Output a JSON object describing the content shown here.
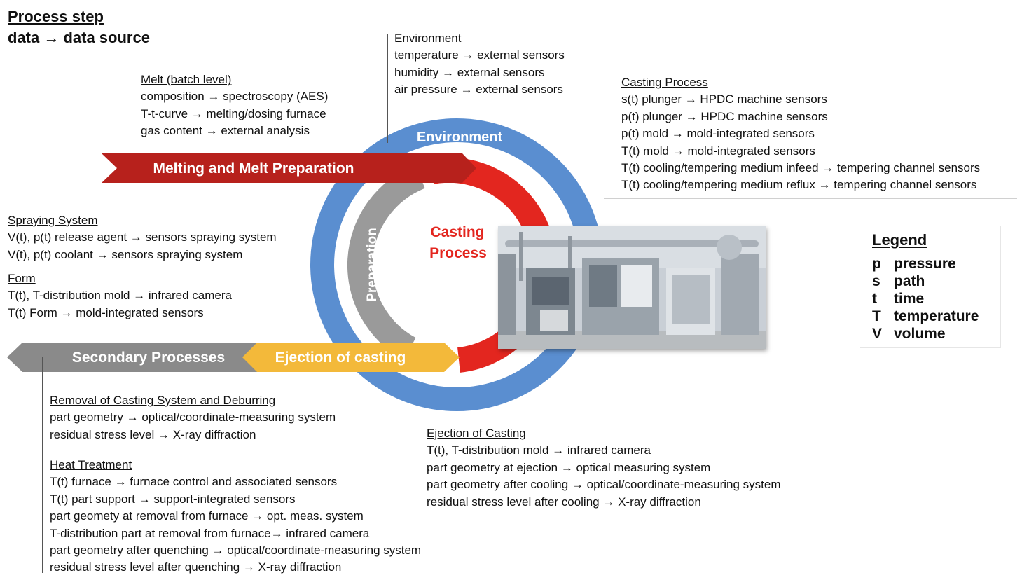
{
  "key": {
    "title": "Process step",
    "subtitle": "data → data source"
  },
  "diagram": {
    "arrow_melting": "Melting and Melt Preparation",
    "arrow_secondary": "Secondary Processes",
    "arrow_ejection": "Ejection of casting",
    "ring_environment": "Environment",
    "ring_preparation": "Preparation",
    "center_line1": "Casting",
    "center_line2": "Process",
    "colors": {
      "blue": "#5a8ed0",
      "red": "#e3261f",
      "darkred": "#b7211c",
      "gray": "#9a9a9a",
      "yellow": "#f3b93a",
      "arrowgray": "#8a8a8a"
    }
  },
  "blocks": {
    "environment": {
      "heading": "Environment",
      "lines": [
        "temperature → external sensors",
        "humidity → external sensors",
        "air pressure → external sensors"
      ]
    },
    "melt": {
      "heading": "Melt (batch level)",
      "lines": [
        "composition → spectroscopy (AES)",
        "T-t-curve → melting/dosing furnace",
        "gas content → external analysis"
      ]
    },
    "casting_process": {
      "heading": "Casting Process",
      "lines": [
        "s(t) plunger → HPDC machine sensors",
        "p(t) plunger → HPDC machine sensors",
        "p(t) mold → mold-integrated sensors",
        "T(t) mold → mold-integrated sensors",
        "T(t) cooling/tempering medium infeed → tempering channel sensors",
        "T(t) cooling/tempering medium reflux → tempering channel sensors"
      ]
    },
    "spraying": {
      "heading": "Spraying System",
      "lines": [
        "V(t), p(t) release agent → sensors spraying system",
        "V(t), p(t) coolant → sensors spraying system"
      ]
    },
    "form": {
      "heading": "Form",
      "lines": [
        "T(t), T-distribution mold → infrared camera",
        "T(t) Form → mold-integrated sensors"
      ]
    },
    "removal": {
      "heading": "Removal of Casting System and Deburring",
      "lines": [
        "part geometry → optical/coordinate-measuring system",
        "residual stress level → X-ray diffraction"
      ]
    },
    "heat": {
      "heading": "Heat Treatment",
      "lines": [
        "T(t) furnace → furnace control and associated sensors",
        "T(t) part support → support-integrated sensors",
        "part geomety at removal from furnace → opt. meas. system",
        "T-distribution part at removal from furnace→ infrared camera",
        "part geometry after quenching → optical/coordinate-measuring system",
        "residual stress level after quenching → X-ray diffraction"
      ]
    },
    "ejection": {
      "heading": "Ejection of Casting",
      "lines": [
        "T(t), T-distribution mold → infrared camera",
        "part geometry at ejection → optical measuring system",
        "part geometry after cooling → optical/coordinate-measuring system",
        "residual stress level after cooling → X-ray diffraction"
      ]
    }
  },
  "legend": {
    "title": "Legend",
    "items": [
      {
        "symbol": "p",
        "meaning": "pressure"
      },
      {
        "symbol": "s",
        "meaning": "path"
      },
      {
        "symbol": "t",
        "meaning": "time"
      },
      {
        "symbol": "T",
        "meaning": "temperature"
      },
      {
        "symbol": "V",
        "meaning": "volume"
      }
    ]
  }
}
